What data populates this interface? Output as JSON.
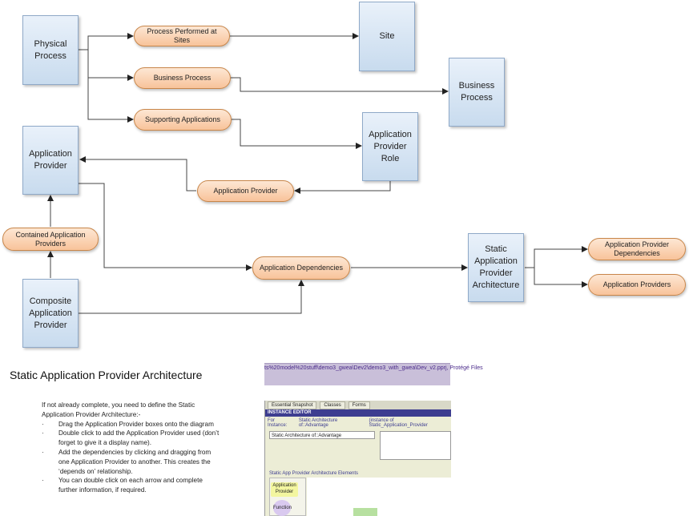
{
  "diagram": {
    "boxes": {
      "physical_process": "Physical Process",
      "site": "Site",
      "business_process": "Business Process",
      "application_provider": "Application Provider",
      "application_provider_role": "Application Provider Role",
      "composite_application_provider": "Composite Application Provider",
      "static_architecture": "Static Application Provider Architecture"
    },
    "pills": {
      "process_performed_at_sites": "Process Performed at Sites",
      "business_process": "Business Process",
      "supporting_applications": "Supporting Applications",
      "application_provider": "Application Provider",
      "contained_application_providers": "Contained Application Providers",
      "application_dependencies": "Application Dependencies",
      "application_provider_dependencies": "Application Provider Dependencies",
      "application_providers": "Application Providers"
    },
    "colors": {
      "box_fill": "#c8dbee",
      "box_border": "#8fa9c8",
      "pill_fill": "#f8c39a",
      "pill_border": "#c8864a",
      "line": "#333333"
    }
  },
  "section": {
    "title": "Static Application Provider Architecture",
    "intro": "If not already complete, you need to define the Static Application Provider Architecture:-",
    "bullets": [
      "Drag the Application Provider boxes onto the diagram",
      "Double click to add the Application Provider used (don’t forget to give it a display name).",
      "Add the dependencies by clicking and dragging from one Application Provider to another.  This creates the ‘depends on’ relationship.",
      "You can double click on each arrow and complete further information, if required."
    ]
  },
  "screenshot": {
    "titlebar": "ts%20model%20stuff\\demo3_gwea\\Dev2\\demo3_with_gwea\\Dev_v2.pprj, Protégé Files",
    "tabs": [
      "Essential Snapshot",
      "Classes",
      "Forms"
    ],
    "header": "INSTANCE EDITOR",
    "for_instance_label": "For Instance:",
    "for_instance_value": "Static Architecture of::Advantage",
    "instance_of": "(instance of Static_Application_Provider",
    "name_field": "Static Architecture of::Advantage",
    "elements_label": "Static App Provider Architecture Elements",
    "palette_ap": "Application Provider",
    "palette_fn": "Function"
  }
}
